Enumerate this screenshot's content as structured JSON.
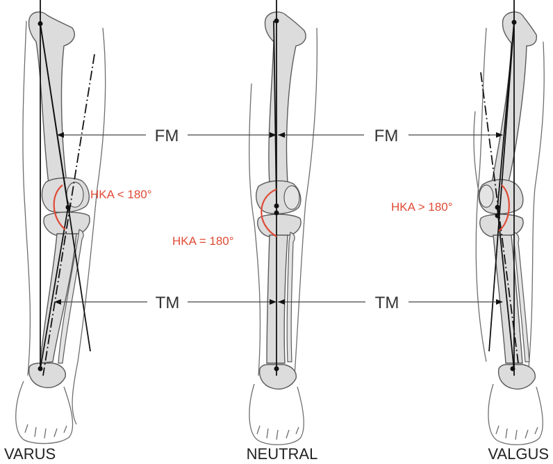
{
  "figure": {
    "panels": [
      {
        "id": "varus",
        "caption": "VARUS",
        "angle_label": "HKA < 180°"
      },
      {
        "id": "neutral",
        "caption": "NEUTRAL",
        "angle_label": "HKA = 180°"
      },
      {
        "id": "valgus",
        "caption": "VALGUS",
        "angle_label": "HKA > 180°"
      }
    ],
    "measures": {
      "femoral": "FM",
      "tibial": "TM"
    }
  },
  "colors": {
    "angle_accent": "#e04a35",
    "bone_fill": "#dcdcdc",
    "axis_line": "#111111"
  }
}
